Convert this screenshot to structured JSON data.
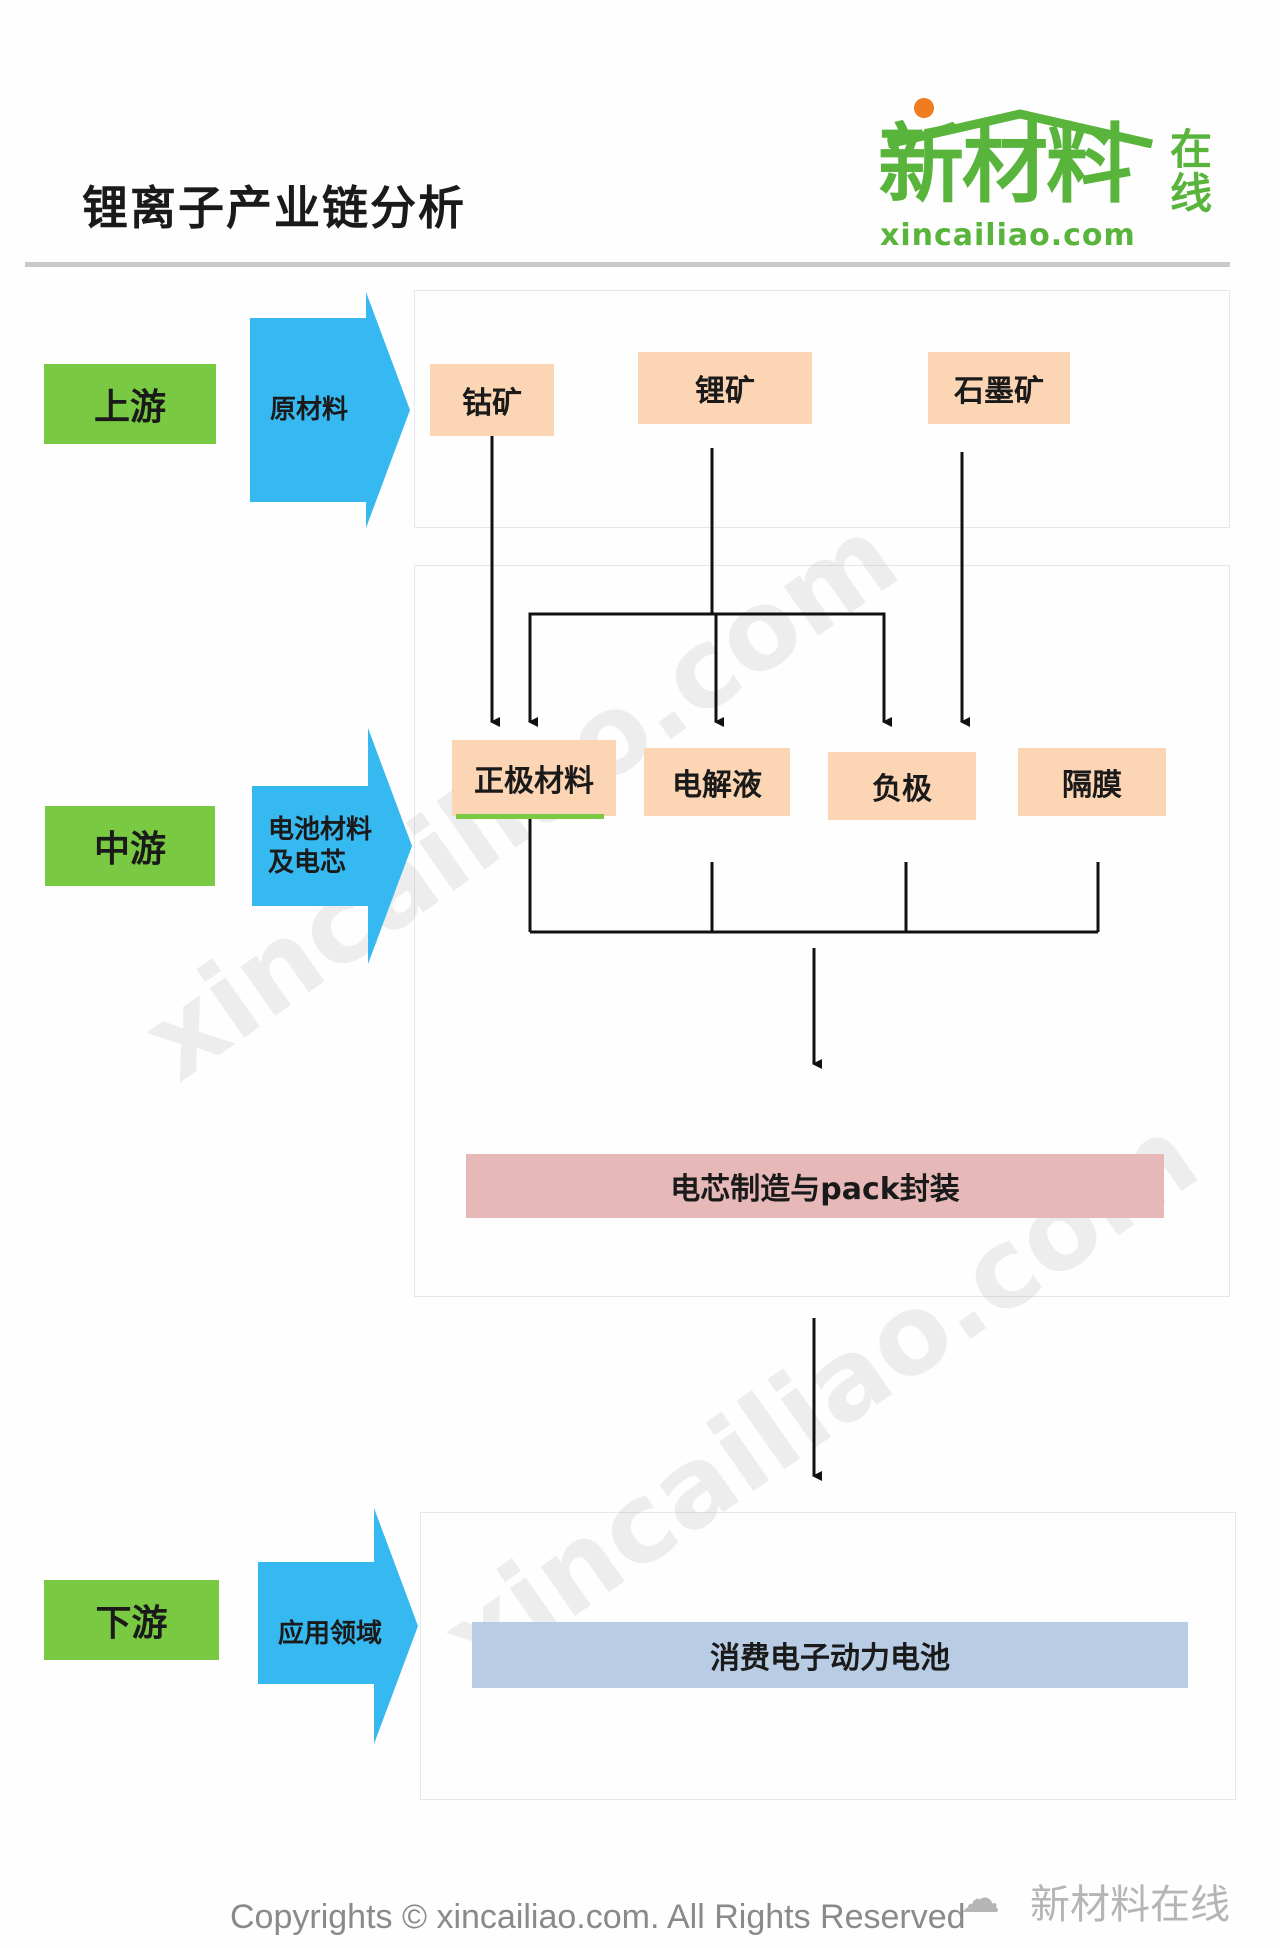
{
  "header": {
    "title": "锂离子产业链分析",
    "logo_main": "新材料",
    "logo_side": "在线",
    "logo_url": "xincailiao.com"
  },
  "stages": {
    "upstream": {
      "label": "上游",
      "arrow": "原材料"
    },
    "midstream": {
      "label": "中游",
      "arrow_line1": "电池材料",
      "arrow_line2": "及电芯"
    },
    "downstream": {
      "label": "下游",
      "arrow": "应用领域"
    }
  },
  "raw_materials": [
    "钴矿",
    "锂矿",
    "石墨矿"
  ],
  "components": [
    "正极材料",
    "电解液",
    "负极",
    "隔膜"
  ],
  "process": "电芯制造与pack封装",
  "application": "消费电子动力电池",
  "watermark": "xincailiao.com",
  "footer": {
    "copyright": "Copyrights © xincailiao.com. All Rights Reserved",
    "wechat": "新材料在线"
  },
  "colors": {
    "stage": "#7ac943",
    "arrow": "#35b9f0",
    "node": "#fcd5b4",
    "process": "#e6b9b8",
    "application": "#b8cce4",
    "logo": "#58b43a"
  }
}
